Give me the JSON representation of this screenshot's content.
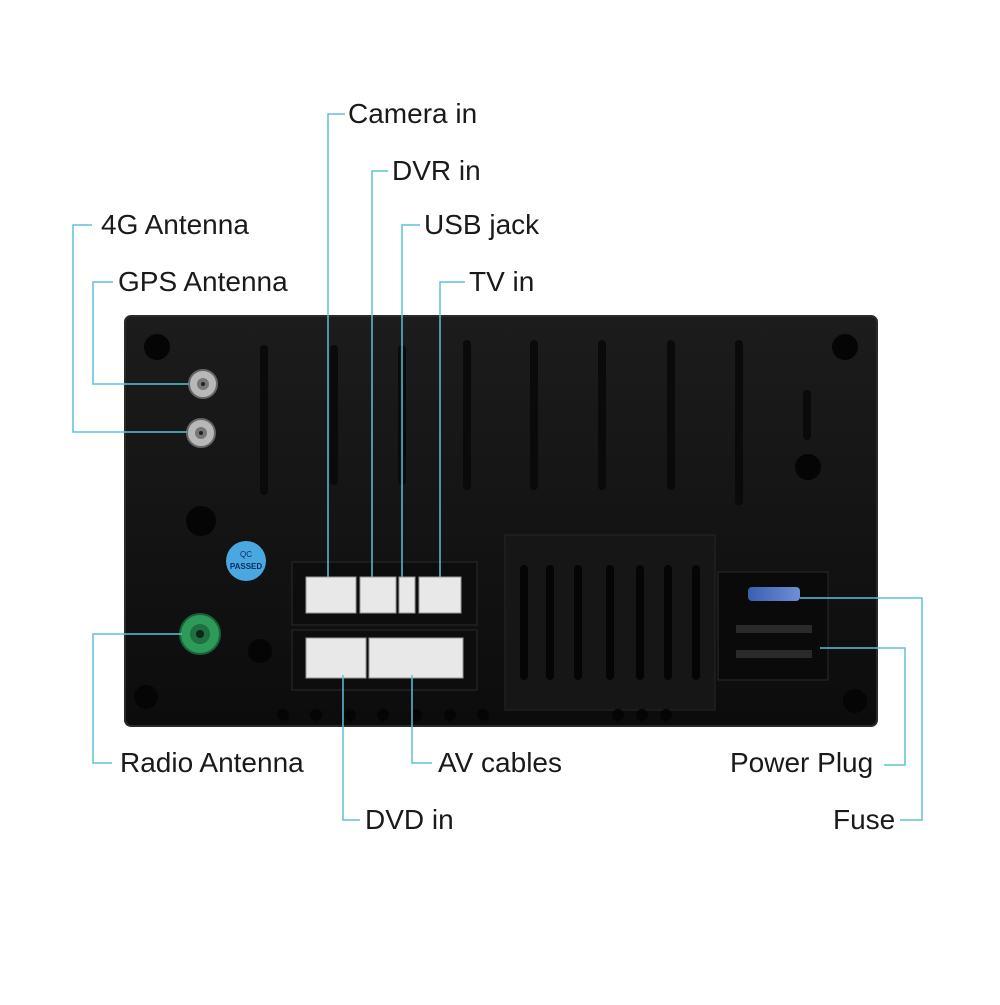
{
  "labels": {
    "camera_in": "Camera in",
    "dvr_in": "DVR in",
    "usb_jack": "USB jack",
    "tv_in": "TV in",
    "antenna_4g": "4G Antenna",
    "gps_antenna": "GPS Antenna",
    "radio_antenna": "Radio Antenna",
    "av_cables": "AV cables",
    "dvd_in": "DVD in",
    "power_plug": "Power Plug",
    "fuse": "Fuse"
  },
  "sticker": {
    "line1": "QC",
    "line2": "PASSED"
  },
  "colors": {
    "leader_line": "#5bc2d6",
    "chassis": "#141414",
    "chassis_edge": "#222222",
    "connector": "#e8e8e8",
    "radio_jack": "#2d9a5a",
    "sticker": "#4aa8e0"
  }
}
